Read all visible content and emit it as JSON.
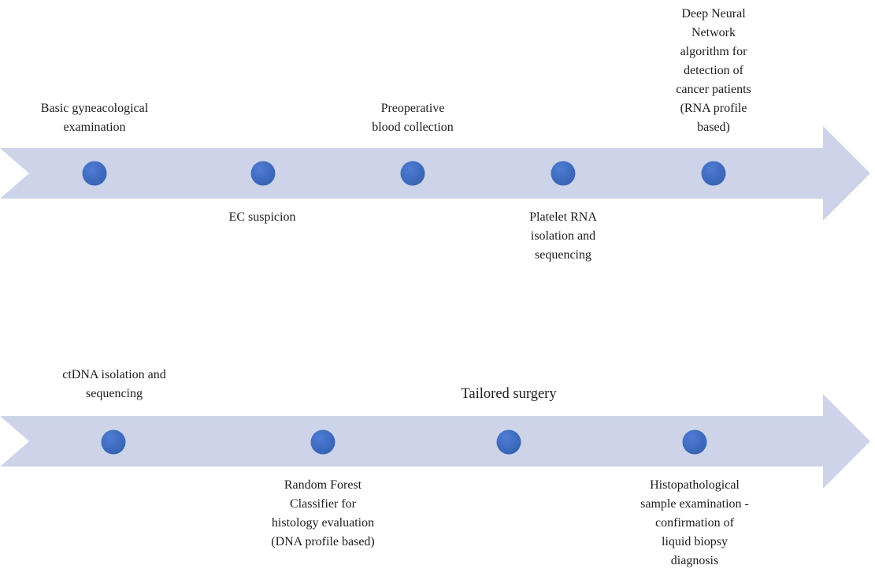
{
  "diagram": {
    "type": "timeline-flow",
    "colors": {
      "arrow_fill": "#CDD4E9",
      "dot_fill": "#4472C4",
      "dot_highlight": "#4F7DD4",
      "dot_shadow": "#3560AC",
      "text": "#1C1C1C",
      "background": "#FFFFFF"
    },
    "timelines": [
      {
        "steps": [
          {
            "label": "Basic gyneacological\nexamination",
            "side": "above"
          },
          {
            "label": "EC suspicion",
            "side": "below"
          },
          {
            "label": "Preoperative\nblood collection",
            "side": "above"
          },
          {
            "label": "Platelet RNA\nisolation and\nsequencing",
            "side": "below"
          },
          {
            "label": "Deep Neural\nNetwork\nalgorithm for\ndetection of\ncancer patients\n(RNA profile\nbased)",
            "side": "above"
          }
        ]
      },
      {
        "steps": [
          {
            "label": "ctDNA isolation and\nsequencing",
            "side": "above"
          },
          {
            "label": "Random Forest\nClassifier for\nhistology evaluation\n(DNA profile based)",
            "side": "below"
          },
          {
            "label": "Tailored surgery",
            "side": "above"
          },
          {
            "label": "Histopathological\nsample examination -\nconfirmation of\nliquid biopsy\ndiagnosis",
            "side": "below"
          }
        ]
      }
    ]
  }
}
